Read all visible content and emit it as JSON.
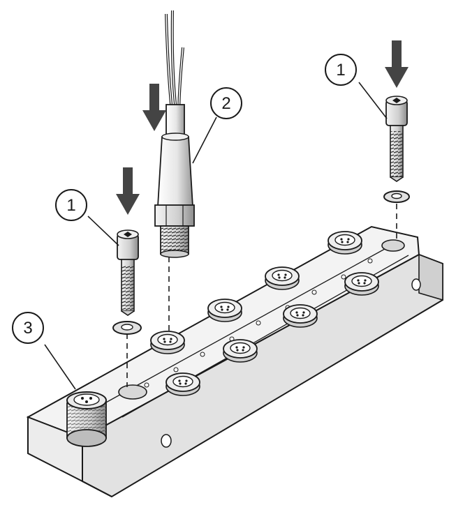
{
  "figure": {
    "callouts": [
      {
        "id": "left-screw",
        "label": "1"
      },
      {
        "id": "cable-connector",
        "label": "2"
      },
      {
        "id": "right-screw",
        "label": "1"
      },
      {
        "id": "bus-connector",
        "label": "3"
      }
    ],
    "colors": {
      "line": "#1a1a1a",
      "body_light": "#f2f2f2",
      "body_shade": "#d9d9d9",
      "body_dark": "#bdbdbd",
      "metal": "#c8c8c8",
      "arrow": "#4a4a4a"
    }
  }
}
